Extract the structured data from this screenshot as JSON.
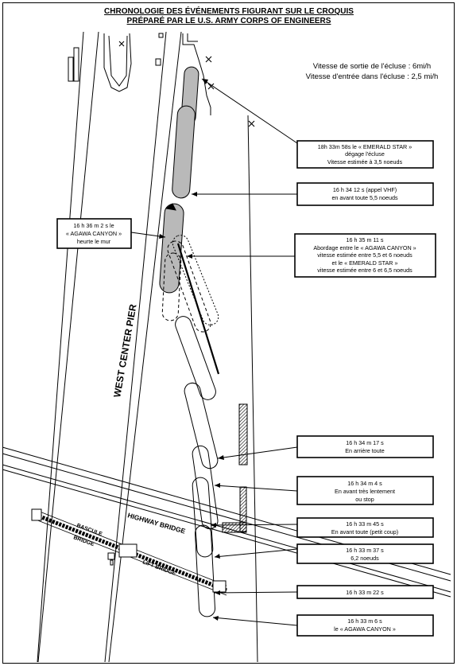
{
  "header": {
    "title_line1": "CHRONOLOGIE DES ÉVÉNEMENTS FIGURANT SUR LE CROQUIS",
    "title_line2": "PRÉPARÉ PAR LE U.S. ARMY CORPS OF ENGINEERS"
  },
  "speeds": {
    "exit": "Vitesse de sortie de l'écluse : 6mi/h",
    "entry": "Vitesse d'entrée dans l'écluse : 2,5 mi/h"
  },
  "labels": {
    "pier": "WEST CENTER PIER",
    "highway_bridge": "HIGHWAY  BRIDGE",
    "bascule": "BASCULE",
    "bridge": "BRIDGE",
    "lift_bridge": "LIFT BRIDGE"
  },
  "callouts": {
    "e1": [
      "18h 33m 58s le « EMERALD STAR »",
      "dégage l'écluse",
      "Vitesse estimée à 3,5 noeuds"
    ],
    "e2": [
      "16 h 34 12 s  (appel VHF)",
      "en avant toute 5,5 noeuds"
    ],
    "e3": [
      "16 h 35 m 11 s",
      "Abordage entre le « AGAWA CANYON »",
      "vitesse estimée entre 5,5 et 6 noeuds",
      "et le « EMERALD STAR »",
      "vitesse estimée entre 6 et 6,5 noeuds"
    ],
    "left": [
      "16 h 36 m 2 s le",
      "« AGAWA CANYON »",
      "heurte le mur"
    ],
    "a1": [
      "16 h 34 m 17 s",
      "En arrière toute"
    ],
    "a2": [
      "16 h 34 m 4 s",
      "En avant très lentement",
      "ou stop"
    ],
    "a3": [
      "16 h 33 m 45 s",
      "En avant toute (petit coup)"
    ],
    "a4": [
      "16 h 33 m 37 s",
      "6,2 noeuds"
    ],
    "a5": [
      "16 h 33 m 22 s"
    ],
    "a6": [
      "16 h 33 m 6 s",
      "le « AGAWA CANYON »"
    ]
  }
}
